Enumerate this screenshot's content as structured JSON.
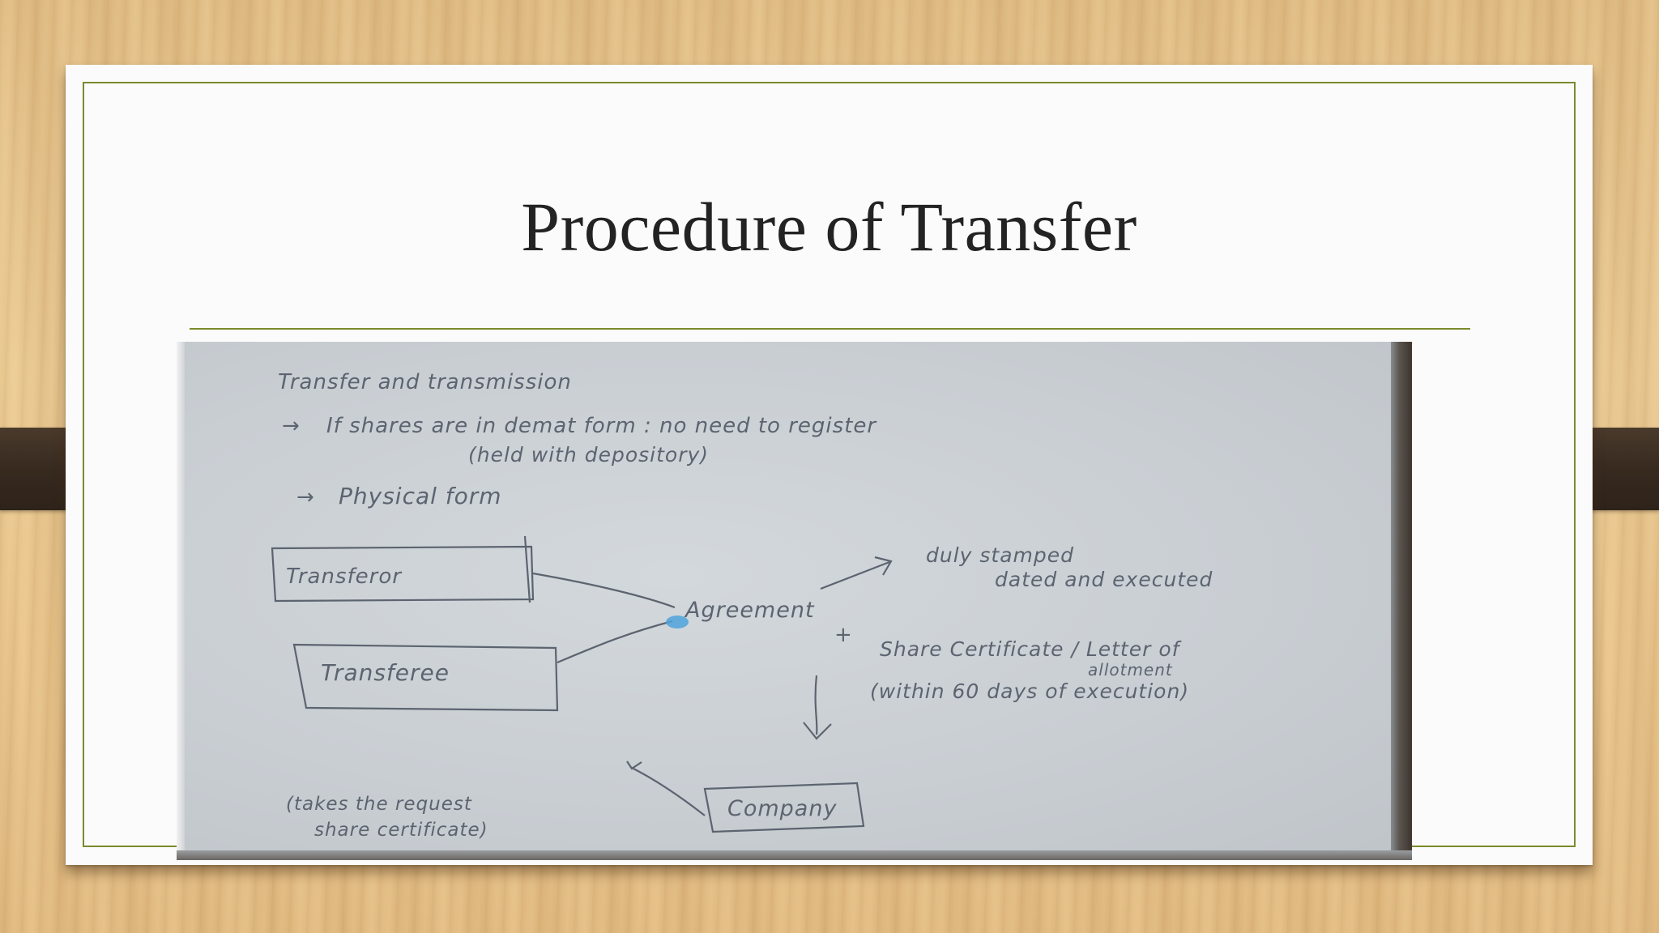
{
  "slide": {
    "title": "Procedure of Transfer"
  },
  "notes_photo": {
    "heading": "Transfer and transmission",
    "bullet_demat": "If shares are in demat form : no need to register",
    "bullet_demat_sub": "(held with depository)",
    "bullet_physical": "Physical form",
    "box_transferor": "Transferor",
    "box_transferee": "Transferee",
    "center_label": "Agreement",
    "agreement_note_line1": "duly stamped",
    "agreement_note_line2": "dated and executed",
    "plus_sign": "+",
    "certificate_line1": "Share Certificate / Letter of",
    "certificate_line2": "allotment",
    "certificate_line3": "(within 60 days of execution)",
    "box_company": "Company",
    "company_note_line1": "(takes the request",
    "company_note_line2": "share certificate)"
  }
}
